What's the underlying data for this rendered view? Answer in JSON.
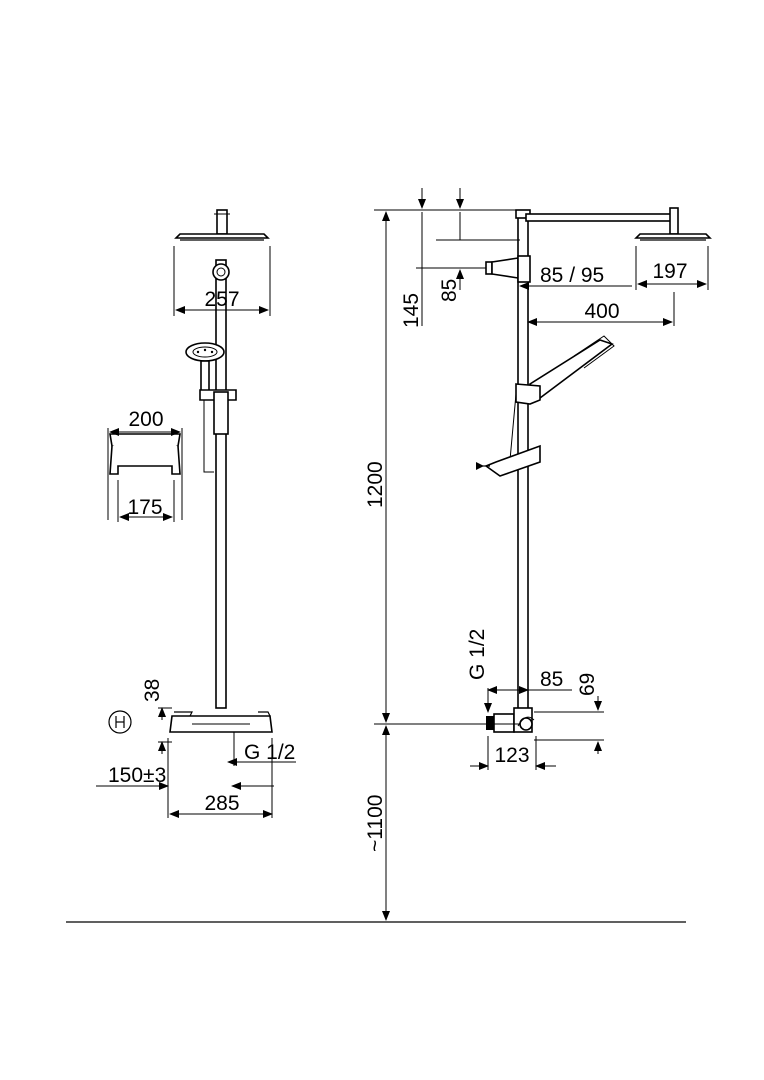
{
  "front_view": {
    "head_width": "257",
    "soap_top": "200",
    "soap_bottom": "175",
    "valve_height": "38",
    "offset": "150±3",
    "width": "285",
    "thread": "G 1/2"
  },
  "side_view": {
    "height": "1200",
    "floor_height": "~1100",
    "bracket_145": "145",
    "bracket_85": "85",
    "arm_offset": "85 / 95",
    "head_size": "197",
    "arm_length": "400",
    "thread": "G 1/2",
    "depth_85": "85",
    "height_69": "69",
    "depth_123": "123"
  }
}
